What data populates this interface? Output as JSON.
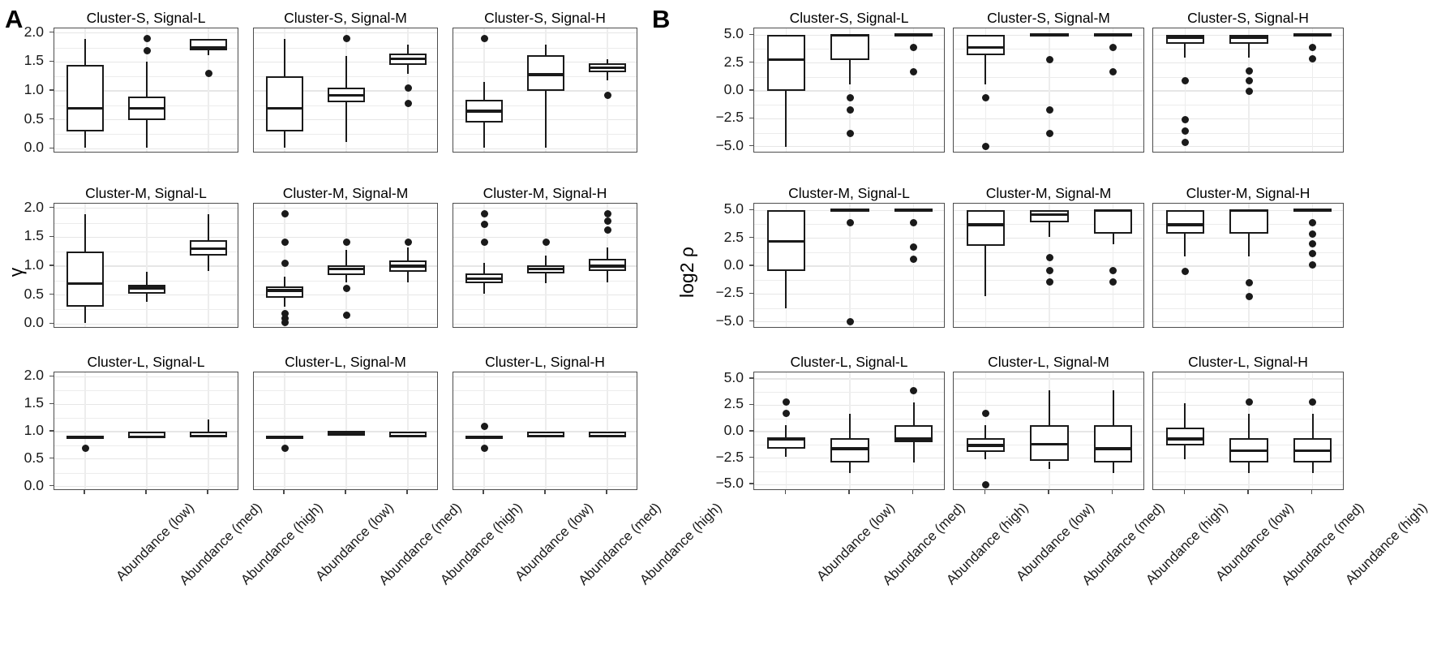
{
  "figure": {
    "panels": [
      {
        "letter": "A",
        "ylabel": "γ"
      },
      {
        "letter": "B",
        "ylabel": "log2 ρ"
      }
    ]
  },
  "axes": {
    "x_categories": [
      "Abundance (low)",
      "Abundance (med)",
      "Abundance (high)"
    ],
    "A": {
      "yticks": [
        "0.0",
        "0.5",
        "1.0",
        "1.5",
        "2.0"
      ],
      "ylim": [
        -0.08,
        2.08
      ]
    },
    "B": {
      "yticks": [
        "-5.0",
        "-2.5",
        "0.0",
        "2.5",
        "5.0"
      ],
      "ylim": [
        -5.6,
        5.6
      ]
    }
  },
  "facet_titles": {
    "row0": [
      "Cluster-S, Signal-L",
      "Cluster-S, Signal-M",
      "Cluster-S, Signal-H"
    ],
    "row1": [
      "Cluster-M, Signal-L",
      "Cluster-M, Signal-M",
      "Cluster-M, Signal-H"
    ],
    "row2": [
      "Cluster-L, Signal-L",
      "Cluster-L, Signal-M",
      "Cluster-L, Signal-H"
    ]
  },
  "chart_data": {
    "type": "box",
    "title": "",
    "grid": true,
    "legend": null,
    "panels": [
      {
        "letter": "A",
        "ylabel": "γ",
        "ylim": [
          -0.08,
          2.08
        ],
        "yticks": [
          0.0,
          0.5,
          1.0,
          1.5,
          2.0
        ],
        "xlabel": "",
        "categories": [
          "Abundance (low)",
          "Abundance (med)",
          "Abundance (high)"
        ],
        "facets": [
          {
            "title": "Cluster-S, Signal-L",
            "boxes": [
              {
                "cat": "Abundance (low)",
                "q1": 0.3,
                "median": 0.7,
                "q3": 1.45,
                "lower": 0.02,
                "upper": 1.9,
                "outliers": []
              },
              {
                "cat": "Abundance (med)",
                "q1": 0.5,
                "median": 0.7,
                "q3": 0.9,
                "lower": 0.02,
                "upper": 1.5,
                "outliers": [
                  1.7,
                  1.9
                ]
              },
              {
                "cat": "Abundance (high)",
                "q1": 1.7,
                "median": 1.75,
                "q3": 1.9,
                "lower": 1.62,
                "upper": 1.9,
                "outliers": [
                  1.3
                ]
              }
            ]
          },
          {
            "title": "Cluster-S, Signal-M",
            "boxes": [
              {
                "cat": "Abundance (low)",
                "q1": 0.3,
                "median": 0.7,
                "q3": 1.25,
                "lower": 0.02,
                "upper": 1.9,
                "outliers": []
              },
              {
                "cat": "Abundance (med)",
                "q1": 0.8,
                "median": 0.92,
                "q3": 1.05,
                "lower": 0.12,
                "upper": 1.6,
                "outliers": [
                  1.9
                ]
              },
              {
                "cat": "Abundance (high)",
                "q1": 1.45,
                "median": 1.55,
                "q3": 1.65,
                "lower": 1.3,
                "upper": 1.8,
                "outliers": [
                  1.05,
                  0.78
                ]
              }
            ]
          },
          {
            "title": "Cluster-S, Signal-H",
            "boxes": [
              {
                "cat": "Abundance (low)",
                "q1": 0.45,
                "median": 0.65,
                "q3": 0.85,
                "lower": 0.02,
                "upper": 1.15,
                "outliers": [
                  1.9
                ]
              },
              {
                "cat": "Abundance (med)",
                "q1": 1.0,
                "median": 1.28,
                "q3": 1.62,
                "lower": 0.02,
                "upper": 1.8,
                "outliers": []
              },
              {
                "cat": "Abundance (high)",
                "q1": 1.32,
                "median": 1.4,
                "q3": 1.48,
                "lower": 1.18,
                "upper": 1.55,
                "outliers": [
                  0.92
                ]
              }
            ]
          },
          {
            "title": "Cluster-M, Signal-L",
            "boxes": [
              {
                "cat": "Abundance (low)",
                "q1": 0.3,
                "median": 0.7,
                "q3": 1.25,
                "lower": 0.02,
                "upper": 1.9,
                "outliers": []
              },
              {
                "cat": "Abundance (med)",
                "q1": 0.52,
                "median": 0.62,
                "q3": 0.68,
                "lower": 0.38,
                "upper": 0.9,
                "outliers": []
              },
              {
                "cat": "Abundance (high)",
                "q1": 1.18,
                "median": 1.3,
                "q3": 1.45,
                "lower": 0.92,
                "upper": 1.9,
                "outliers": []
              }
            ]
          },
          {
            "title": "Cluster-M, Signal-M",
            "boxes": [
              {
                "cat": "Abundance (low)",
                "q1": 0.45,
                "median": 0.58,
                "q3": 0.65,
                "lower": 0.3,
                "upper": 0.82,
                "outliers": [
                  0.02,
                  0.1,
                  0.18,
                  1.05,
                  1.42,
                  1.9
                ]
              },
              {
                "cat": "Abundance (med)",
                "q1": 0.85,
                "median": 0.95,
                "q3": 1.02,
                "lower": 0.72,
                "upper": 1.28,
                "outliers": [
                  0.62,
                  0.15,
                  1.42
                ]
              },
              {
                "cat": "Abundance (high)",
                "q1": 0.9,
                "median": 1.0,
                "q3": 1.1,
                "lower": 0.72,
                "upper": 1.32,
                "outliers": [
                  1.42
                ]
              }
            ]
          },
          {
            "title": "Cluster-M, Signal-H",
            "boxes": [
              {
                "cat": "Abundance (low)",
                "q1": 0.7,
                "median": 0.78,
                "q3": 0.88,
                "lower": 0.52,
                "upper": 1.05,
                "outliers": [
                  1.42,
                  1.72,
                  1.9
                ]
              },
              {
                "cat": "Abundance (med)",
                "q1": 0.88,
                "median": 0.95,
                "q3": 1.02,
                "lower": 0.7,
                "upper": 1.18,
                "outliers": [
                  1.42
                ]
              },
              {
                "cat": "Abundance (high)",
                "q1": 0.92,
                "median": 1.0,
                "q3": 1.12,
                "lower": 0.72,
                "upper": 1.32,
                "outliers": [
                  1.62,
                  1.78,
                  1.9
                ]
              }
            ]
          },
          {
            "title": "Cluster-L, Signal-L",
            "boxes": [
              {
                "cat": "Abundance (low)",
                "q1": 0.9,
                "median": 0.9,
                "q3": 0.9,
                "lower": 0.9,
                "upper": 0.9,
                "outliers": [
                  0.7
                ]
              },
              {
                "cat": "Abundance (med)",
                "q1": 0.9,
                "median": 0.9,
                "q3": 1.0,
                "lower": 0.9,
                "upper": 1.0,
                "outliers": []
              },
              {
                "cat": "Abundance (high)",
                "q1": 0.9,
                "median": 0.92,
                "q3": 1.0,
                "lower": 0.9,
                "upper": 1.22,
                "outliers": []
              }
            ]
          },
          {
            "title": "Cluster-L, Signal-M",
            "boxes": [
              {
                "cat": "Abundance (low)",
                "q1": 0.9,
                "median": 0.9,
                "q3": 0.9,
                "lower": 0.9,
                "upper": 0.9,
                "outliers": [
                  0.7
                ]
              },
              {
                "cat": "Abundance (med)",
                "q1": 0.92,
                "median": 0.98,
                "q3": 1.02,
                "lower": 0.92,
                "upper": 1.02,
                "outliers": []
              },
              {
                "cat": "Abundance (high)",
                "q1": 0.9,
                "median": 0.92,
                "q3": 1.0,
                "lower": 0.9,
                "upper": 1.0,
                "outliers": []
              }
            ]
          },
          {
            "title": "Cluster-L, Signal-H",
            "boxes": [
              {
                "cat": "Abundance (low)",
                "q1": 0.9,
                "median": 0.9,
                "q3": 0.9,
                "lower": 0.9,
                "upper": 0.9,
                "outliers": [
                  0.7,
                  1.1
                ]
              },
              {
                "cat": "Abundance (med)",
                "q1": 0.9,
                "median": 0.92,
                "q3": 1.0,
                "lower": 0.9,
                "upper": 1.0,
                "outliers": []
              },
              {
                "cat": "Abundance (high)",
                "q1": 0.9,
                "median": 0.92,
                "q3": 1.0,
                "lower": 0.9,
                "upper": 1.0,
                "outliers": []
              }
            ]
          }
        ]
      },
      {
        "letter": "B",
        "ylabel": "log2 ρ",
        "ylim": [
          -5.6,
          5.6
        ],
        "yticks": [
          -5.0,
          -2.5,
          0.0,
          2.5,
          5.0
        ],
        "xlabel": "",
        "categories": [
          "Abundance (low)",
          "Abundance (med)",
          "Abundance (high)"
        ],
        "facets": [
          {
            "title": "Cluster-S, Signal-L",
            "boxes": [
              {
                "cat": "Abundance (low)",
                "q1": 0.0,
                "median": 2.8,
                "q3": 5.0,
                "lower": -5.0,
                "upper": 5.0,
                "outliers": []
              },
              {
                "cat": "Abundance (med)",
                "q1": 2.8,
                "median": 5.0,
                "q3": 5.0,
                "lower": 0.6,
                "upper": 5.0,
                "outliers": [
                  -0.6,
                  -1.7,
                  -3.8
                ]
              },
              {
                "cat": "Abundance (high)",
                "q1": 5.0,
                "median": 5.0,
                "q3": 5.0,
                "lower": 5.0,
                "upper": 5.0,
                "outliers": [
                  3.9,
                  1.7
                ]
              }
            ]
          },
          {
            "title": "Cluster-S, Signal-M",
            "boxes": [
              {
                "cat": "Abundance (low)",
                "q1": 3.2,
                "median": 3.9,
                "q3": 5.0,
                "lower": 0.6,
                "upper": 5.0,
                "outliers": [
                  -0.6,
                  -5.0
                ]
              },
              {
                "cat": "Abundance (med)",
                "q1": 5.0,
                "median": 5.0,
                "q3": 5.0,
                "lower": 5.0,
                "upper": 5.0,
                "outliers": [
                  2.8,
                  -1.7,
                  -3.8
                ]
              },
              {
                "cat": "Abundance (high)",
                "q1": 5.0,
                "median": 5.0,
                "q3": 5.0,
                "lower": 5.0,
                "upper": 5.0,
                "outliers": [
                  3.9,
                  1.7
                ]
              }
            ]
          },
          {
            "title": "Cluster-S, Signal-H",
            "boxes": [
              {
                "cat": "Abundance (low)",
                "q1": 4.2,
                "median": 4.8,
                "q3": 5.0,
                "lower": 3.0,
                "upper": 5.0,
                "outliers": [
                  0.9,
                  -2.6,
                  -3.6,
                  -4.6
                ]
              },
              {
                "cat": "Abundance (med)",
                "q1": 4.2,
                "median": 4.8,
                "q3": 5.0,
                "lower": 3.0,
                "upper": 5.0,
                "outliers": [
                  1.8,
                  0.9,
                  0.0
                ]
              },
              {
                "cat": "Abundance (high)",
                "q1": 5.0,
                "median": 5.0,
                "q3": 5.0,
                "lower": 5.0,
                "upper": 5.0,
                "outliers": [
                  3.9,
                  2.9
                ]
              }
            ]
          },
          {
            "title": "Cluster-M, Signal-L",
            "boxes": [
              {
                "cat": "Abundance (low)",
                "q1": -0.4,
                "median": 2.2,
                "q3": 5.0,
                "lower": -3.8,
                "upper": 5.0,
                "outliers": []
              },
              {
                "cat": "Abundance (med)",
                "q1": 5.0,
                "median": 5.0,
                "q3": 5.0,
                "lower": 5.0,
                "upper": 5.0,
                "outliers": [
                  3.9,
                  -5.0
                ]
              },
              {
                "cat": "Abundance (high)",
                "q1": 5.0,
                "median": 5.0,
                "q3": 5.0,
                "lower": 5.0,
                "upper": 5.0,
                "outliers": [
                  3.9,
                  1.7,
                  0.6
                ]
              }
            ]
          },
          {
            "title": "Cluster-M, Signal-M",
            "boxes": [
              {
                "cat": "Abundance (low)",
                "q1": 1.8,
                "median": 3.7,
                "q3": 5.0,
                "lower": -2.7,
                "upper": 5.0,
                "outliers": []
              },
              {
                "cat": "Abundance (med)",
                "q1": 3.9,
                "median": 4.6,
                "q3": 5.0,
                "lower": 2.6,
                "upper": 5.0,
                "outliers": [
                  0.8,
                  -0.4,
                  -1.4
                ]
              },
              {
                "cat": "Abundance (high)",
                "q1": 2.9,
                "median": 5.0,
                "q3": 5.0,
                "lower": 2.0,
                "upper": 5.0,
                "outliers": [
                  -0.4,
                  -1.4
                ]
              }
            ]
          },
          {
            "title": "Cluster-M, Signal-H",
            "boxes": [
              {
                "cat": "Abundance (low)",
                "q1": 2.9,
                "median": 3.7,
                "q3": 5.0,
                "lower": 0.9,
                "upper": 5.0,
                "outliers": [
                  -0.5
                ]
              },
              {
                "cat": "Abundance (med)",
                "q1": 2.9,
                "median": 5.0,
                "q3": 5.0,
                "lower": 0.9,
                "upper": 5.0,
                "outliers": [
                  -1.5,
                  -2.7
                ]
              },
              {
                "cat": "Abundance (high)",
                "q1": 5.0,
                "median": 5.0,
                "q3": 5.0,
                "lower": 5.0,
                "upper": 5.0,
                "outliers": [
                  3.9,
                  2.9,
                  2.0,
                  1.1,
                  0.1
                ]
              }
            ]
          },
          {
            "title": "Cluster-L, Signal-L",
            "boxes": [
              {
                "cat": "Abundance (low)",
                "q1": -1.6,
                "median": -0.7,
                "q3": -0.6,
                "lower": -2.4,
                "upper": 0.6,
                "outliers": [
                  1.7,
                  2.8
                ]
              },
              {
                "cat": "Abundance (med)",
                "q1": -2.9,
                "median": -1.6,
                "q3": -0.6,
                "lower": -3.9,
                "upper": 1.7,
                "outliers": []
              },
              {
                "cat": "Abundance (high)",
                "q1": -1.0,
                "median": -0.7,
                "q3": 0.6,
                "lower": -2.9,
                "upper": 2.8,
                "outliers": [
                  3.9
                ]
              }
            ]
          },
          {
            "title": "Cluster-L, Signal-M",
            "boxes": [
              {
                "cat": "Abundance (low)",
                "q1": -1.9,
                "median": -1.3,
                "q3": -0.6,
                "lower": -2.6,
                "upper": 0.6,
                "outliers": [
                  1.7,
                  -5.0
                ]
              },
              {
                "cat": "Abundance (med)",
                "q1": -2.8,
                "median": -1.2,
                "q3": 0.6,
                "lower": -3.5,
                "upper": 3.9,
                "outliers": []
              },
              {
                "cat": "Abundance (high)",
                "q1": -2.9,
                "median": -1.6,
                "q3": 0.6,
                "lower": -3.9,
                "upper": 3.9,
                "outliers": []
              }
            ]
          },
          {
            "title": "Cluster-L, Signal-H",
            "boxes": [
              {
                "cat": "Abundance (low)",
                "q1": -1.3,
                "median": -0.7,
                "q3": 0.4,
                "lower": -2.6,
                "upper": 2.7,
                "outliers": []
              },
              {
                "cat": "Abundance (med)",
                "q1": -2.9,
                "median": -1.8,
                "q3": -0.6,
                "lower": -3.9,
                "upper": 1.7,
                "outliers": [
                  2.8
                ]
              },
              {
                "cat": "Abundance (high)",
                "q1": -2.9,
                "median": -1.8,
                "q3": -0.6,
                "lower": -3.9,
                "upper": 1.7,
                "outliers": [
                  2.8
                ]
              }
            ]
          }
        ]
      }
    ]
  }
}
